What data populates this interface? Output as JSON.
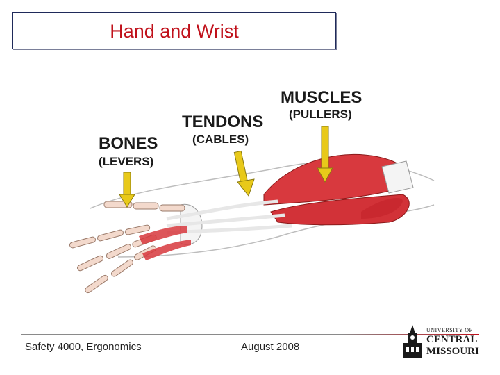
{
  "slide": {
    "title": "Hand and Wrist"
  },
  "illustration": {
    "labels": {
      "muscles": "MUSCLES",
      "muscles_sub": "(PULLERS)",
      "tendons": "TENDONS",
      "tendons_sub": "(CABLES)",
      "bones": "BONES",
      "bones_sub": "(LEVERS)"
    },
    "colors": {
      "arrow": "#e8c91a",
      "muscle": "#d8393e",
      "bone": "#f3d9cc",
      "tendon": "#f4f4f4"
    }
  },
  "footer": {
    "course": "Safety 4000,  Ergonomics",
    "date": "August 2008"
  },
  "logo": {
    "line1": "UNIVERSITY OF",
    "line2": "CENTRAL",
    "line3": "MISSOURI"
  }
}
